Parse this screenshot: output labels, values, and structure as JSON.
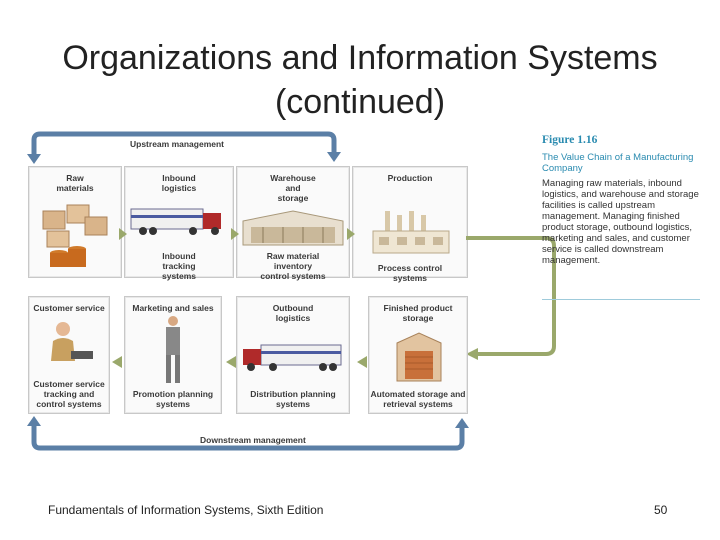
{
  "slide": {
    "title": "Organizations and Information Systems (continued)",
    "footer": "Fundamentals of Information Systems, Sixth Edition",
    "page_number": "50"
  },
  "diagram": {
    "upstream_label": "Upstream management",
    "downstream_label": "Downstream management",
    "panels": {
      "raw_materials": "Raw\nmaterials",
      "inbound_logistics": "Inbound\nlogistics",
      "inbound_tracking": "Inbound\ntracking\nsystems",
      "warehouse": "Warehouse\nand\nstorage",
      "raw_inventory": "Raw material\ninventory\ncontrol systems",
      "production": "Production",
      "process_control": "Process control\nsystems",
      "customer_service": "Customer service",
      "customer_service_systems": "Customer service\ntracking and\ncontrol systems",
      "marketing_sales": "Marketing and sales",
      "promotion_planning": "Promotion planning\nsystems",
      "outbound_logistics": "Outbound\nlogistics",
      "distribution_planning": "Distribution planning\nsystems",
      "finished_storage": "Finished product\nstorage",
      "automated_storage": "Automated storage and\nretrieval systems"
    }
  },
  "caption": {
    "figure_number": "Figure 1.16",
    "figure_title": "The Value Chain of a Manufacturing Company",
    "text": "Managing raw materials, inbound logistics, and warehouse and storage facilities is called upstream management. Managing finished product storage, outbound logistics, marketing and sales, and customer service is called downstream management."
  },
  "colors": {
    "arrow_blue": "#5b7fa6",
    "arrow_green": "#9aa86b",
    "caption_blue": "#2a8bb0"
  }
}
